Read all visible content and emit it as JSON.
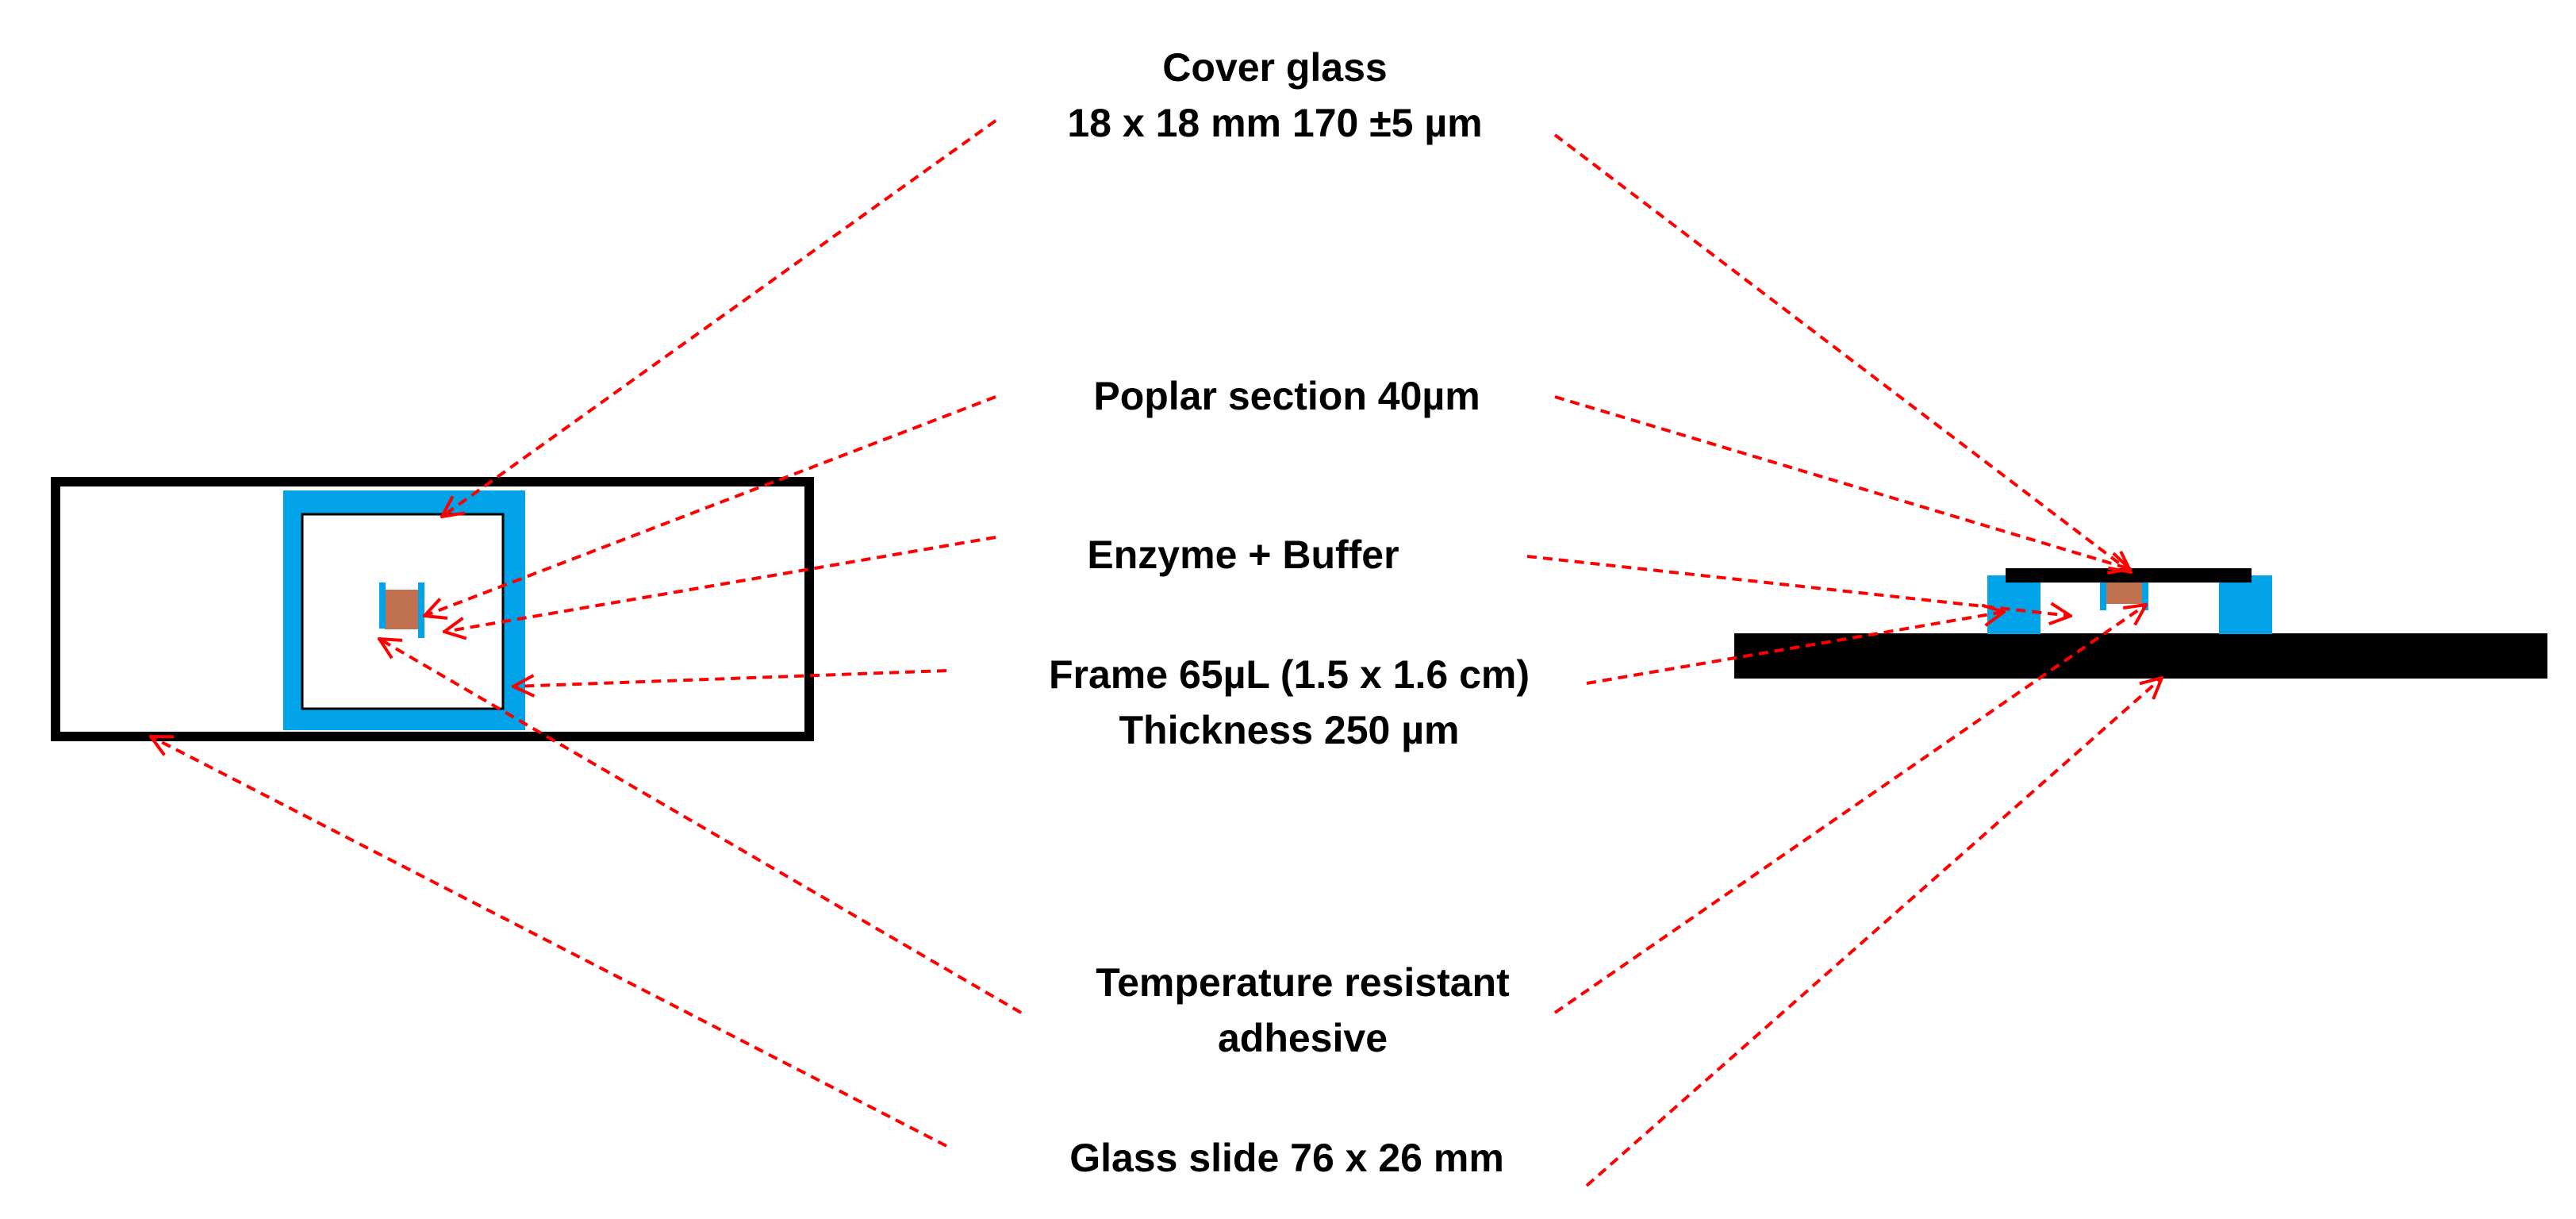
{
  "labels": {
    "cover_glass": {
      "line1": "Cover glass",
      "line2": "18 x 18 mm 170 ±5 µm"
    },
    "poplar_section": {
      "line1": "Poplar section 40µm"
    },
    "enzyme_buffer": {
      "line1": "Enzyme + Buffer"
    },
    "frame": {
      "line1": "Frame 65µL (1.5 x 1.6 cm)",
      "line2": "Thickness 250 µm"
    },
    "adhesive": {
      "line1": "Temperature resistant",
      "line2": "adhesive"
    },
    "glass_slide": {
      "line1": "Glass slide 76 x 26 mm"
    }
  },
  "colors": {
    "frame_blue": "#00a2e8",
    "section_brown": "#c0714f",
    "slide_black": "#000000",
    "arrow_red": "#ff0000",
    "background": "#ffffff"
  }
}
